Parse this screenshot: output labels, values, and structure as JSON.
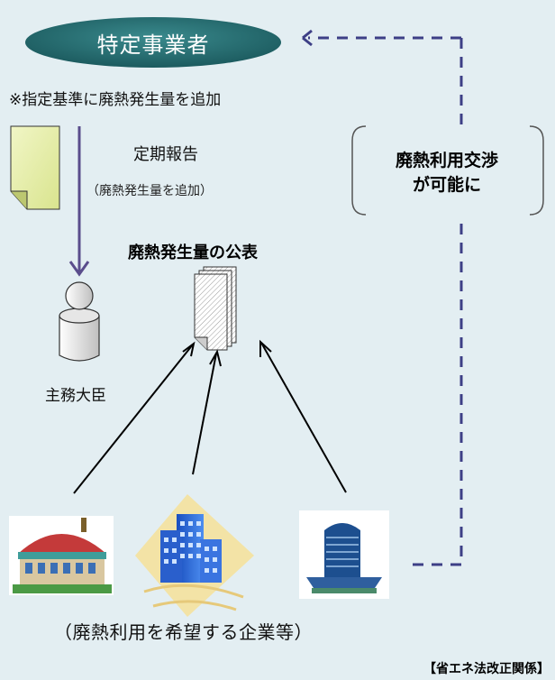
{
  "oval_label": "特定事業者",
  "note": "※指定基準に廃熱発生量を追加",
  "report_title": "定期報告",
  "report_sub": "（廃熱発生量を追加）",
  "publish_title": "廃熱発生量の公表",
  "minister_label": "主務大臣",
  "negotiation_line1": "廃熱利用交渉",
  "negotiation_line2": "が可能に",
  "companies_label": "（廃熱利用を希望する企業等）",
  "footer_label": "【省エネ法改正関係】"
}
